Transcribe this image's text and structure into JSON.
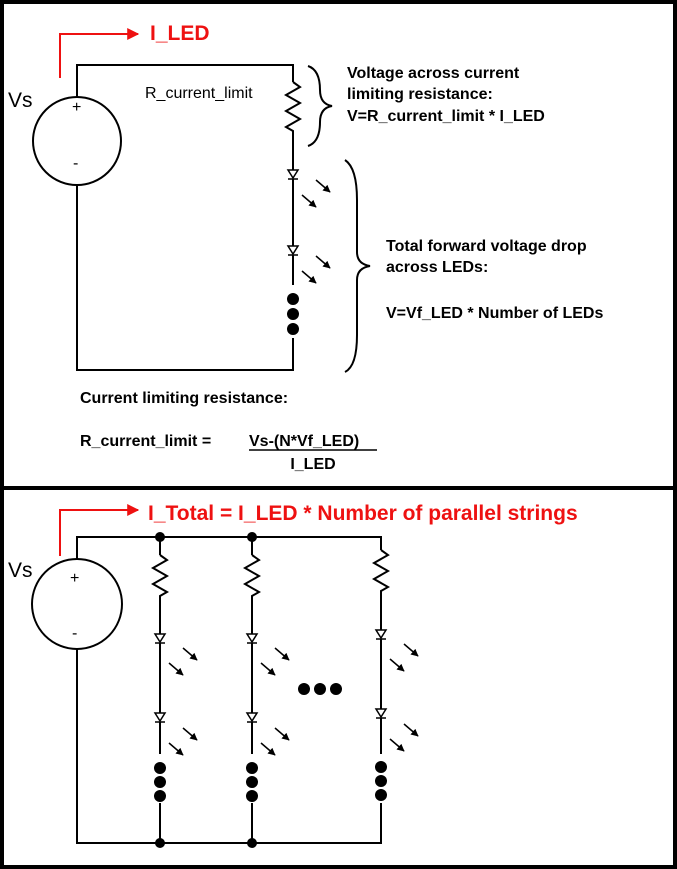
{
  "colors": {
    "wire": "#000000",
    "annotation": "#ee1111",
    "background": "#ffffff"
  },
  "panel_top": {
    "current_label": "I_LED",
    "source_label": "Vs",
    "plus": "+",
    "minus": "-",
    "resistor_label": "R_current_limit",
    "resistor_note": [
      "Voltage across current",
      "limiting resistance:",
      "V=R_current_limit * I_LED"
    ],
    "led_note": [
      "Total forward voltage drop",
      "across LEDs:",
      "",
      "V=Vf_LED * Number of LEDs"
    ],
    "formula_title": "Current limiting resistance:",
    "formula_lhs": "R_current_limit =",
    "formula_numerator": "Vs-(N*Vf_LED)",
    "formula_denominator": "I_LED"
  },
  "panel_bottom": {
    "current_label": "I_Total = I_LED * Number of parallel strings",
    "source_label": "Vs",
    "plus": "+",
    "minus": "-"
  }
}
